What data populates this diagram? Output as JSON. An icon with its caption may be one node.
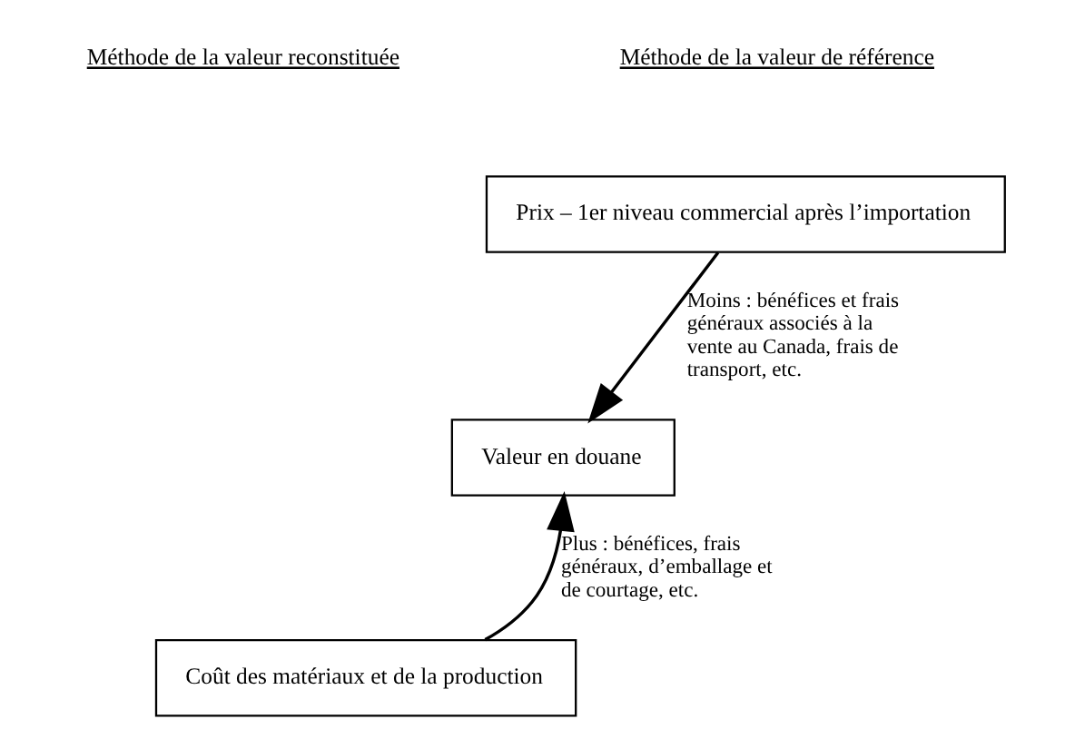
{
  "diagram": {
    "nodes": [
      {
        "text": [
          "Prix – 1er niveau commercial après l’importation"
        ]
      },
      {
        "text": [
          "Valeur en douane"
        ]
      },
      {
        "text": [
          "Coût des matériaux et de la production"
        ]
      }
    ],
    "edges": [
      {
        "from": 0,
        "to": 1,
        "arrow": "to",
        "label": "Moins : bénéfices et frais généraux associés à la vente au Canada, frais de transport, etc."
      },
      {
        "from": 2,
        "to": 1,
        "arrow": "to",
        "label": "Plus : bénéfices, frais généraux, d’emballage et de courtage, etc."
      }
    ],
    "labels": [
      "Méthode de la valeur reconstituée",
      "Méthode de la valeur de référence"
    ]
  }
}
